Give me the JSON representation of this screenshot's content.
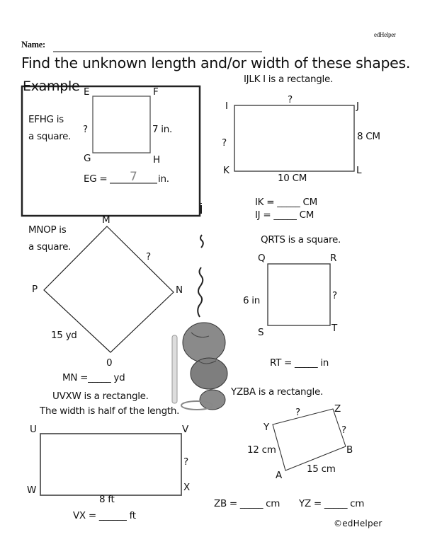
{
  "header": {
    "brand": "edHelper",
    "name_label": "Name:",
    "title": "Find the unknown length and/or width of these shapes."
  },
  "example": {
    "heading": "Example",
    "desc_line1": "EFHG is",
    "desc_line2": "a square.",
    "labels": {
      "E": "E",
      "F": "F",
      "G": "G",
      "H": "H"
    },
    "unknown": "?",
    "known": "7 in.",
    "answer_prefix": "EG =",
    "answer_value": "7",
    "answer_unit": "in."
  },
  "problem_ijlk": {
    "desc": "IJLK I is a rectangle.",
    "labels": {
      "I": "I",
      "J": "J",
      "K": "K",
      "L": "L"
    },
    "top": "?",
    "left": "?",
    "right": "8 CM",
    "bottom": "10 CM",
    "answer1": "IK = _____ CM",
    "answer2": "IJ = _____ CM"
  },
  "problem_mnop": {
    "desc_line1": "MNOP is",
    "desc_line2": "a square.",
    "labels": {
      "M": "M",
      "N": "N",
      "O": "0",
      "P": "P"
    },
    "unknown": "?",
    "known": "15 yd",
    "answer": "MN  =_____ yd"
  },
  "problem_qrts": {
    "desc": "QRTS is a square.",
    "labels": {
      "Q": "Q",
      "R": "R",
      "S": "S",
      "T": "T"
    },
    "known": "6 in",
    "unknown": "?",
    "answer": "RT = _____ in"
  },
  "problem_uvxw": {
    "desc_line1": "UVXW is a rectangle.",
    "desc_line2": "The width is half of the length.",
    "labels": {
      "U": "U",
      "V": "V",
      "W": "W",
      "X": "X"
    },
    "unknown": "?",
    "known": "8 ft",
    "answer": "VX = ______ ft"
  },
  "problem_yzba": {
    "desc": "YZBA is a rectangle.",
    "labels": {
      "Y": "Y",
      "Z": "Z",
      "B": "B",
      "A": "A"
    },
    "top": "?",
    "right": "?",
    "left": "12 cm",
    "bottom": "15 cm",
    "answer1": "ZB = _____ cm",
    "answer2": "YZ = _____ cm"
  },
  "footer": {
    "copyright": "©edHelper"
  }
}
